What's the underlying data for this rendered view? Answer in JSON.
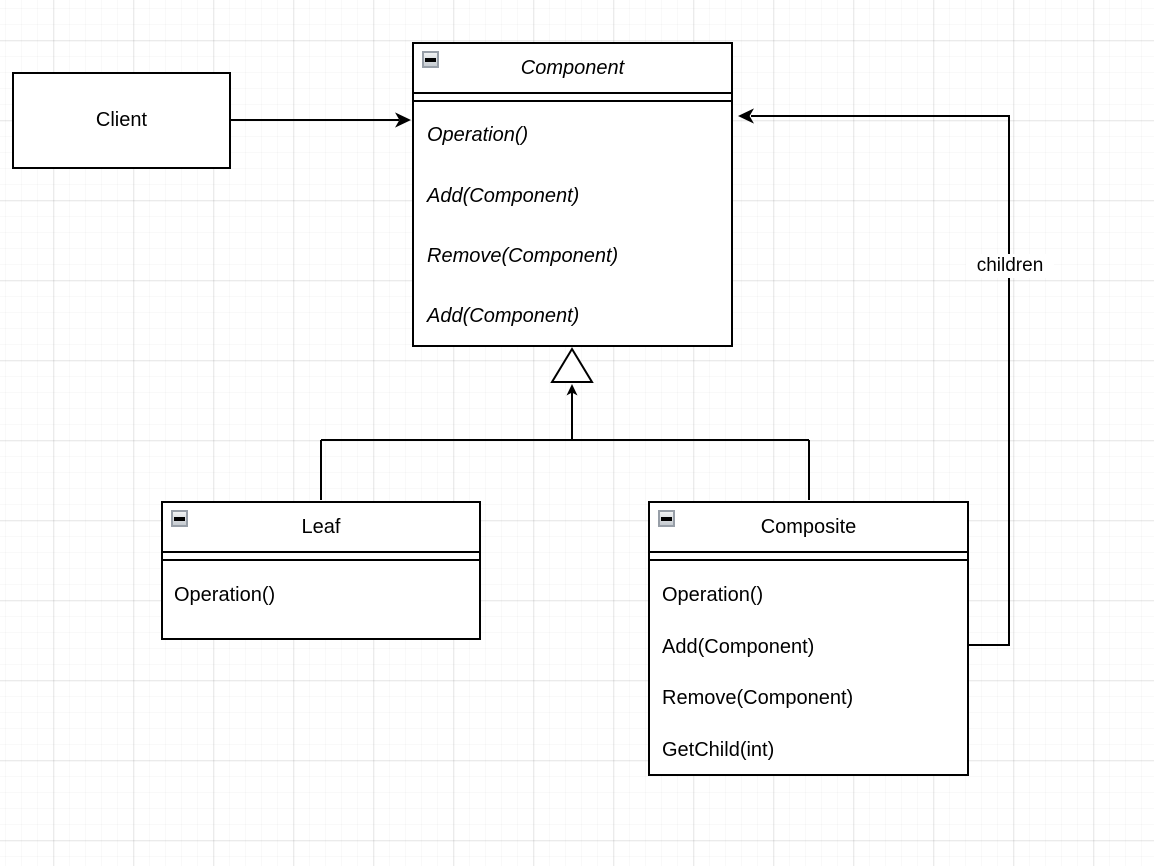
{
  "canvas": {
    "background_color": "#ffffff",
    "stroke_color": "#000000",
    "grid_minor_color": "#f4f4f6",
    "grid_major_color": "#e9e9ec"
  },
  "icons": {
    "collapse": "minus-square"
  },
  "client": {
    "label": "Client"
  },
  "component": {
    "title": "Component",
    "methods": [
      "Operation()",
      "Add(Component)",
      "Remove(Component)",
      "Add(Component)"
    ]
  },
  "leaf": {
    "title": "Leaf",
    "methods": [
      "Operation()"
    ]
  },
  "composite": {
    "title": "Composite",
    "methods": [
      "Operation()",
      "Add(Component)",
      "Remove(Component)",
      "GetChild(int)"
    ]
  },
  "edges": {
    "children_label": "children"
  }
}
